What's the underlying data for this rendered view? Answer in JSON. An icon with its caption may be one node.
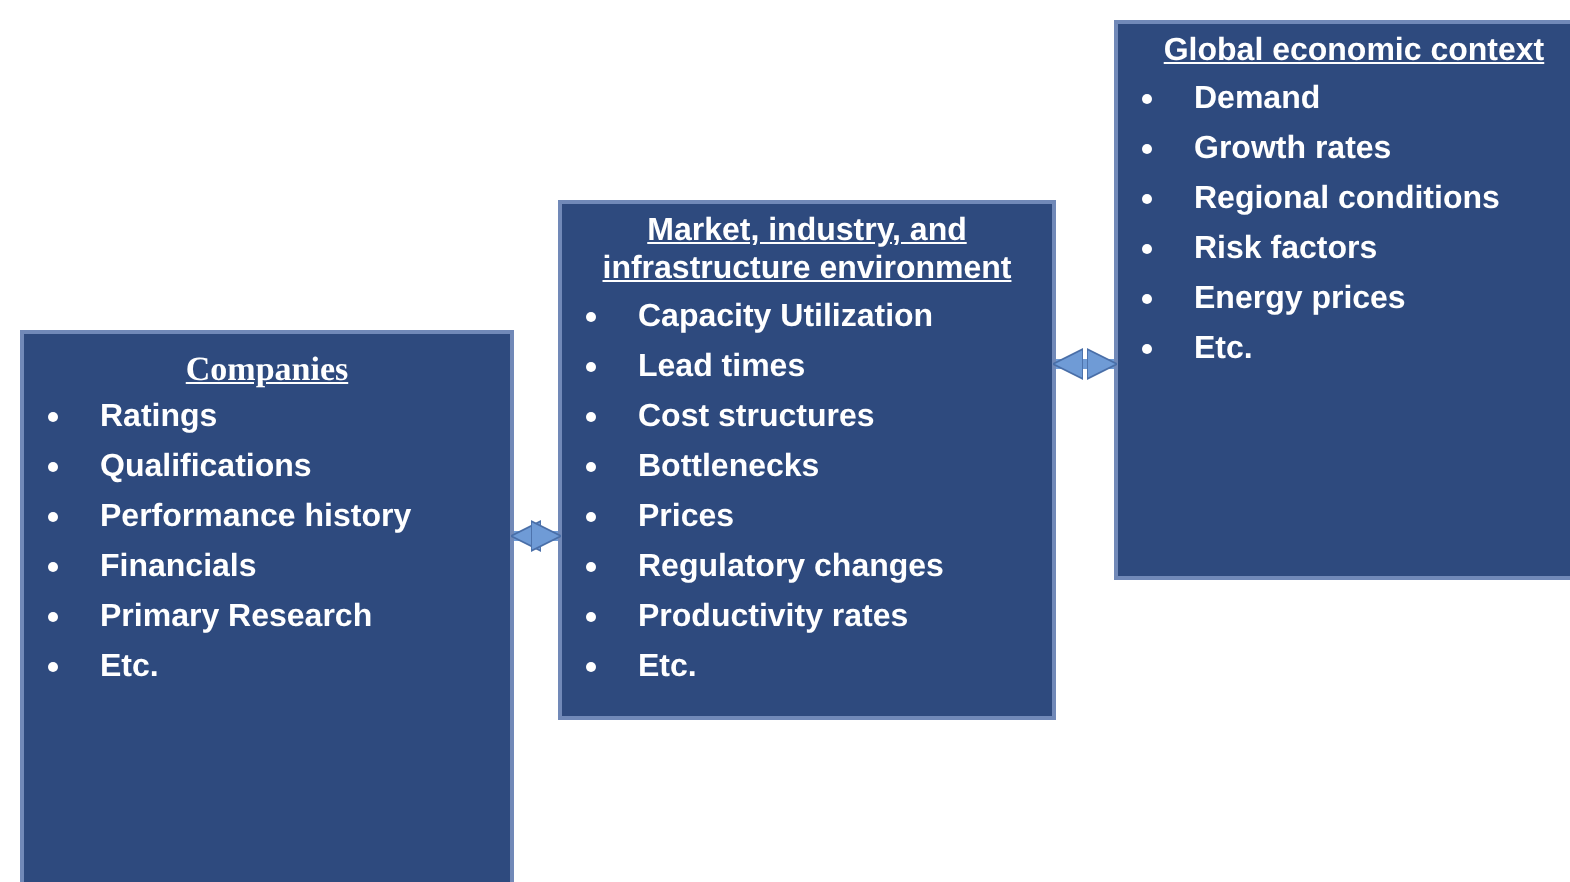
{
  "diagram": {
    "nodes": [
      {
        "text": [
          "Companies",
          "Ratings",
          "Qualifications",
          "Performance history",
          "Financials",
          "Primary Research",
          "Etc."
        ]
      },
      {
        "text": [
          "Market, industry, and infrastructure environment",
          "Capacity Utilization",
          "Lead times",
          "Cost structures",
          "Bottlenecks",
          "Prices",
          "Regulatory changes",
          "Productivity rates",
          "Etc."
        ]
      },
      {
        "text": [
          "Global economic context",
          "Demand",
          "Growth rates",
          "Regional conditions",
          "Risk factors",
          "Energy prices",
          "Etc."
        ]
      }
    ],
    "edges": [
      {
        "from": 0,
        "to": 1,
        "arrow": "both"
      },
      {
        "from": 1,
        "to": 2,
        "arrow": "both"
      }
    ]
  }
}
